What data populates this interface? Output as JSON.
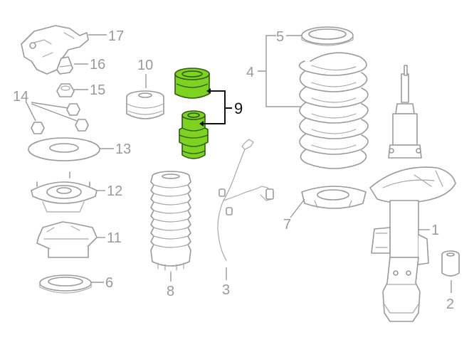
{
  "diagram": {
    "labels": {
      "p1": "1",
      "p2": "2",
      "p3": "3",
      "p4": "4",
      "p5": "5",
      "p6": "6",
      "p7": "7",
      "p8": "8",
      "p9": "9",
      "p10": "10",
      "p11": "11",
      "p12": "12",
      "p13": "13",
      "p14": "14",
      "p15": "15",
      "p16": "16",
      "p17": "17"
    },
    "highlight_color": "#7ed321",
    "highlighted_callout": "9"
  }
}
